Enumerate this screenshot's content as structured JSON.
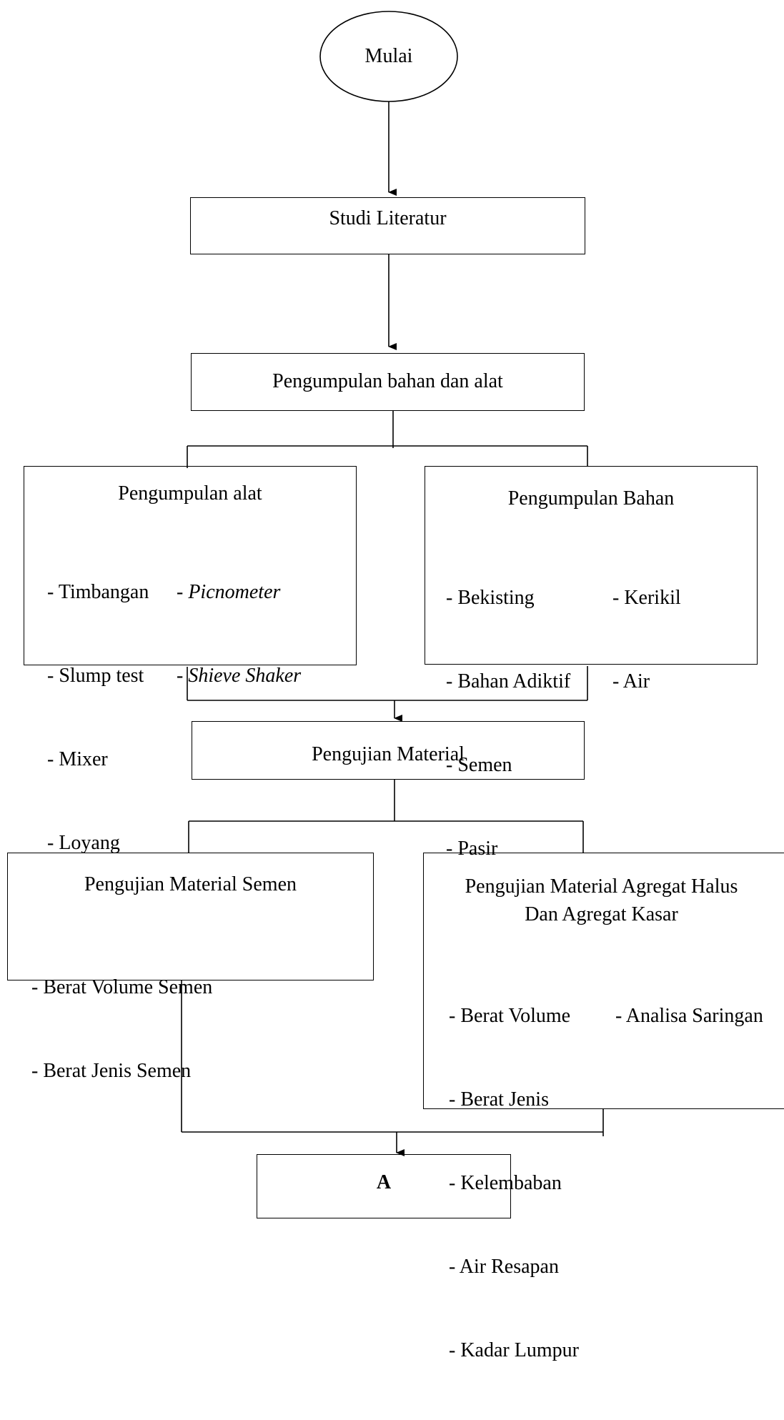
{
  "start": "Mulai",
  "studi": "Studi Literatur",
  "pengumpulan": "Pengumpulan bahan dan alat",
  "alat": {
    "title": "Pengumpulan alat",
    "items": [
      "- Timbangan",
      "- Slump test",
      "- Mixer",
      "- Loyang"
    ],
    "items_italic": [
      "Picnometer",
      "Shieve Shaker"
    ],
    "italic_dash": "-"
  },
  "bahan": {
    "title": "Pengumpulan Bahan",
    "col1": [
      "- Bekisting",
      "- Bahan Adiktif",
      "- Semen",
      "- Pasir"
    ],
    "col2": [
      "- Kerikil",
      "- Air"
    ]
  },
  "pengujian": "Pengujian Material",
  "semen": {
    "title": "Pengujian Material Semen",
    "items": [
      "- Berat Volume Semen",
      "- Berat Jenis Semen"
    ]
  },
  "agregat": {
    "title_line1": "Pengujian Material Agregat Halus",
    "title_line2": "Dan Agregat Kasar",
    "col1": [
      "- Berat Volume",
      "- Berat Jenis",
      "- Kelembaban",
      "- Air Resapan",
      "- Kadar Lumpur"
    ],
    "col2": [
      "- Analisa Saringan"
    ]
  },
  "connector": "A"
}
